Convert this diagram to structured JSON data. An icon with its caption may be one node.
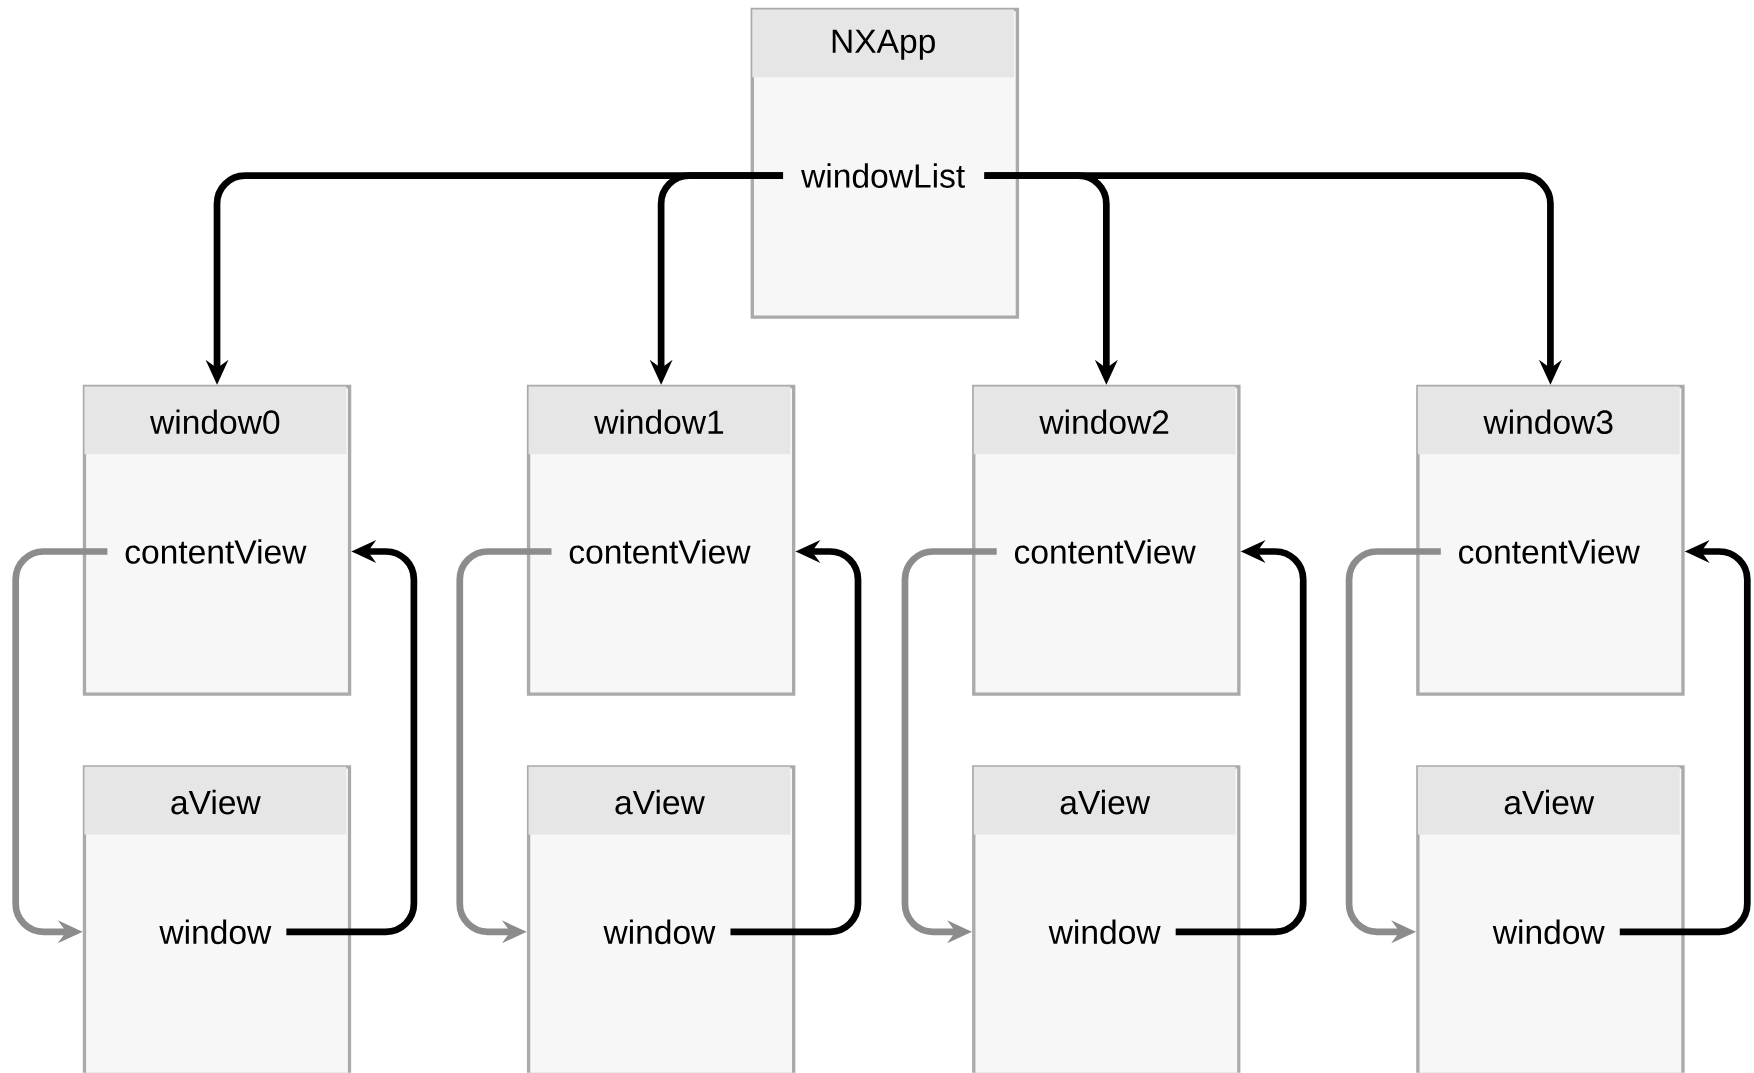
{
  "diagram": {
    "nodes": [
      {
        "text": [
          "NXApp",
          "windowList"
        ]
      },
      {
        "text": [
          "window0",
          "contentView"
        ]
      },
      {
        "text": [
          "aView",
          "window"
        ]
      },
      {
        "text": [
          "window1",
          "contentView"
        ]
      },
      {
        "text": [
          "aView",
          "window"
        ]
      },
      {
        "text": [
          "window2",
          "contentView"
        ]
      },
      {
        "text": [
          "aView",
          "window"
        ]
      },
      {
        "text": [
          "window3",
          "contentView"
        ]
      },
      {
        "text": [
          "aView",
          "window"
        ]
      }
    ],
    "edges": [
      {
        "from": 0,
        "to": 1,
        "arrow": "to"
      },
      {
        "from": 0,
        "to": 3,
        "arrow": "to"
      },
      {
        "from": 0,
        "to": 5,
        "arrow": "to"
      },
      {
        "from": 0,
        "to": 7,
        "arrow": "to"
      },
      {
        "from": 1,
        "to": 2,
        "arrow": "to",
        "color": "#8c8c8c"
      },
      {
        "from": 2,
        "to": 1,
        "arrow": "to"
      },
      {
        "from": 3,
        "to": 4,
        "arrow": "to",
        "color": "#8c8c8c"
      },
      {
        "from": 4,
        "to": 3,
        "arrow": "to"
      },
      {
        "from": 5,
        "to": 6,
        "arrow": "to",
        "color": "#8c8c8c"
      },
      {
        "from": 6,
        "to": 5,
        "arrow": "to"
      },
      {
        "from": 7,
        "to": 8,
        "arrow": "to",
        "color": "#8c8c8c"
      },
      {
        "from": 8,
        "to": 7,
        "arrow": "to"
      }
    ]
  }
}
